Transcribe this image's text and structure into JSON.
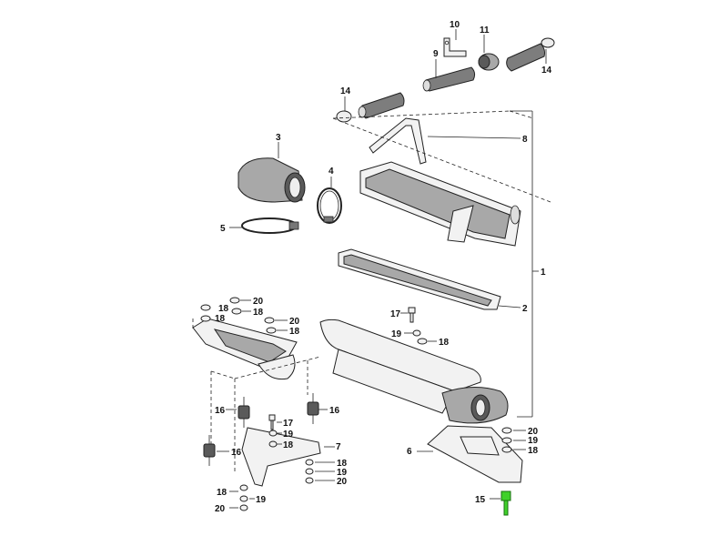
{
  "labels": {
    "p1": "1",
    "p2": "2",
    "p3": "3",
    "p4": "4",
    "p5": "5",
    "p6": "6",
    "p7": "7",
    "p8": "8",
    "p9": "9",
    "p10": "10",
    "p11": "11",
    "p14a": "14",
    "p14b": "14",
    "p15": "15",
    "p16a": "16",
    "p16b": "16",
    "p16c": "16",
    "p17a": "17",
    "p17b": "17",
    "p18a": "18",
    "p18b": "18",
    "p18c": "18",
    "p18d": "18",
    "p18e": "18",
    "p18f": "18",
    "p18g": "18",
    "p19a": "19",
    "p19b": "19",
    "p19c": "19",
    "p19d": "19",
    "p19e": "19",
    "p20a": "20",
    "p20b": "20",
    "p20c": "20",
    "p20d": "20",
    "p20e": "20"
  },
  "colors": {
    "highlight": "#3fd12a"
  }
}
